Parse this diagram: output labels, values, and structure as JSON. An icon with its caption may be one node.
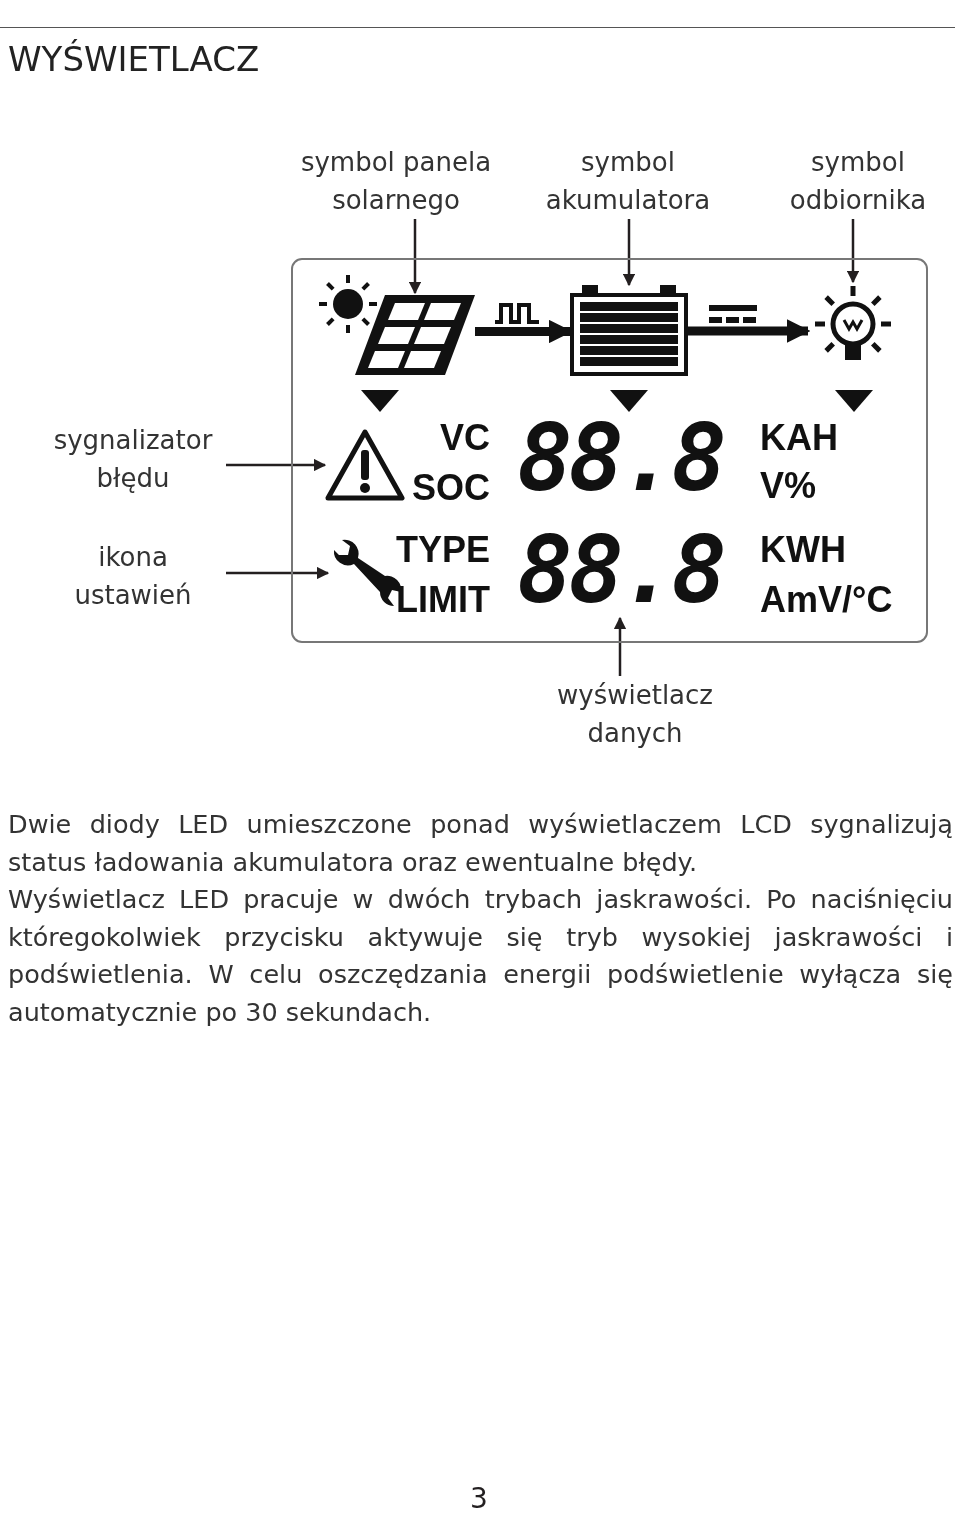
{
  "diagram": {
    "title": "WYŚWIETLACZ",
    "nodes": [
      {
        "text": [],
        "shape": "box"
      },
      {
        "text": [
          "symbol panela solarnego"
        ]
      },
      {
        "text": [
          "symbol akumulatora"
        ]
      },
      {
        "text": [
          "symbol odbiornika"
        ]
      },
      {
        "text": [],
        "shape": "panel",
        "in": 0
      },
      {
        "text": [],
        "shape": "battery",
        "in": 0
      },
      {
        "text": [],
        "shape": "bulb",
        "in": 0
      },
      {
        "text": [
          "sygnalizator błędu"
        ]
      },
      {
        "text": [],
        "shape": "triangle",
        "in": 0
      },
      {
        "text": [
          "ikona ustawień"
        ]
      },
      {
        "text": [],
        "shape": "wrench",
        "in": 0
      },
      {
        "text": [
          "wyświetlacz danych"
        ]
      },
      {
        "text": [
          "88.8"
        ],
        "in": 0
      }
    ],
    "edges": [
      {
        "from": 1,
        "to": 4,
        "arrow": "to"
      },
      {
        "from": 2,
        "to": 5,
        "arrow": "to"
      },
      {
        "from": 3,
        "to": 6,
        "arrow": "to"
      },
      {
        "from": 4,
        "to": 5,
        "arrow": "to",
        "style": "thick"
      },
      {
        "from": 5,
        "to": 6,
        "arrow": "to",
        "style": "thick"
      },
      {
        "from": 7,
        "to": 8,
        "arrow": "to"
      },
      {
        "from": 9,
        "to": 10,
        "arrow": "to"
      },
      {
        "from": 11,
        "to": 12,
        "arrow": "to"
      }
    ],
    "labels": [
      "VC",
      "88.8",
      "KAH",
      "SOC",
      "V%",
      "TYPE",
      "KWH",
      "LIMIT",
      "AmV/°C",
      "Dwie diody LED umieszczone ponad wyświetlaczem LCD sygnalizują status ładowania akumulatora oraz ewentualne błędy.",
      "Wyświetlacz LED pracuje w dwóch trybach jaskrawości. Po naciśnięciu któregokolwiek przycisku aktywuje się tryb wysokiej jaskrawości i podświetlenia. W celu oszczędzania energii podświetlenie wyłącza się automatycznie po 30 sekundach.",
      "3"
    ]
  }
}
